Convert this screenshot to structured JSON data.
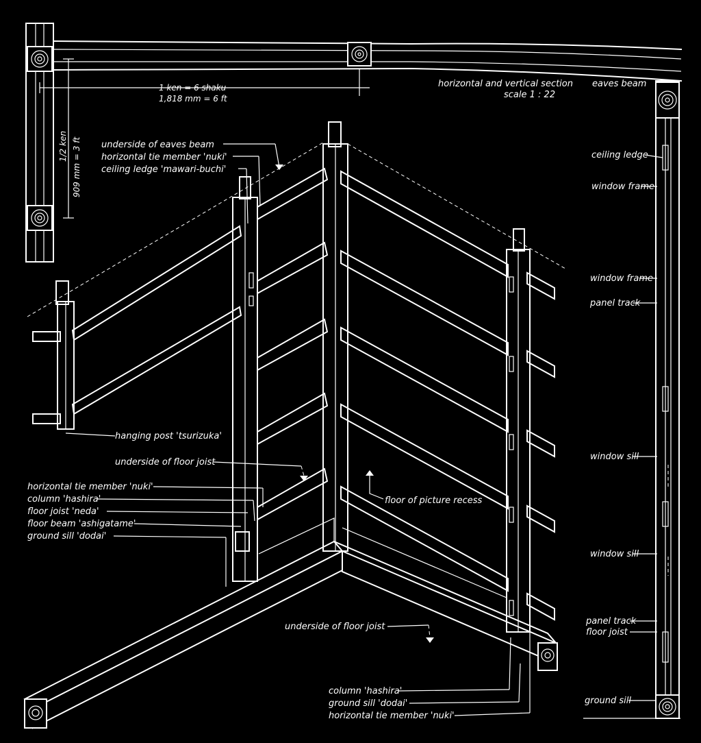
{
  "title": {
    "line1": "horizontal and vertical section",
    "line2": "scale   1 : 22"
  },
  "dimensions": {
    "horizontal_1": "1 ken = 6 shaku",
    "horizontal_2": "1,818 mm = 6 ft",
    "vertical_1": "1/2 ken",
    "vertical_2": "909 mm = 3 ft"
  },
  "iso_labels": {
    "eaves_underside": "underside of eaves beam",
    "nuki_top": "horizontal tie member 'nuki'",
    "ceiling_ledge": "ceiling ledge 'mawari-buchi'",
    "hanging_post": "hanging post 'tsurizuka'",
    "floor_joist_underside_1": "underside of floor joist",
    "nuki_lower": "horizontal tie member 'nuki'",
    "column": "column 'hashira'",
    "floor_joist": "floor joist 'neda'",
    "floor_beam": "floor beam 'ashigatame'",
    "ground_sill": "ground sill 'dodai'",
    "picture_recess": "floor of picture recess",
    "floor_joist_underside_2": "underside of floor joist",
    "column_front": "column 'hashira'",
    "ground_sill_front": "ground sill 'dodai'",
    "nuki_front": "horizontal tie member 'nuki'"
  },
  "section_labels": {
    "eaves_beam": "eaves beam",
    "ceiling_ledge": "ceiling ledge",
    "window_frame_1": "window frame",
    "window_frame_2": "window frame",
    "panel_track_1": "panel track",
    "window_sill_1": "window sill",
    "window_sill_2": "window sill",
    "panel_track_2": "panel track",
    "floor_joist": "floor joist",
    "ground_sill": "ground sill"
  },
  "colors": {
    "background": "#000000",
    "line": "#ffffff"
  }
}
